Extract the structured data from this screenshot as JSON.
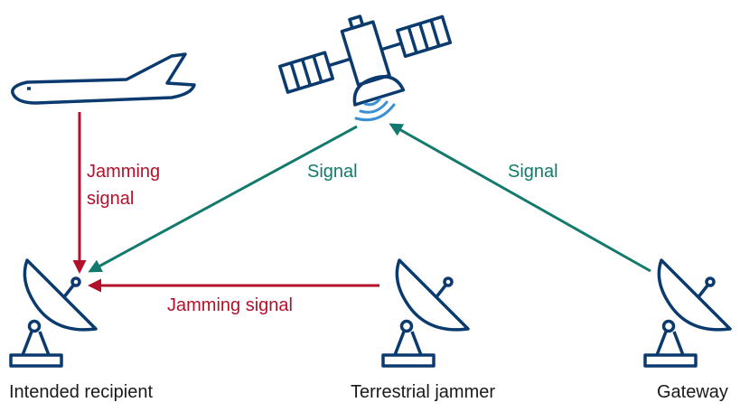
{
  "diagram": {
    "colors": {
      "navy": "#0b3b6e",
      "jamming": "#b3112b",
      "signal": "#127a6c",
      "waves": "#3b8fd2"
    },
    "nodes": {
      "aircraft": "aircraft-icon",
      "satellite": "satellite-icon",
      "intended_recipient": "Intended recipient",
      "terrestrial_jammer": "Terrestrial jammer",
      "gateway": "Gateway"
    },
    "links": {
      "aircraft_jamming_line1": "Jamming",
      "aircraft_jamming_line2": "signal",
      "satellite_to_recipient": "Signal",
      "gateway_to_satellite": "Signal",
      "jammer_to_recipient": "Jamming signal"
    }
  }
}
